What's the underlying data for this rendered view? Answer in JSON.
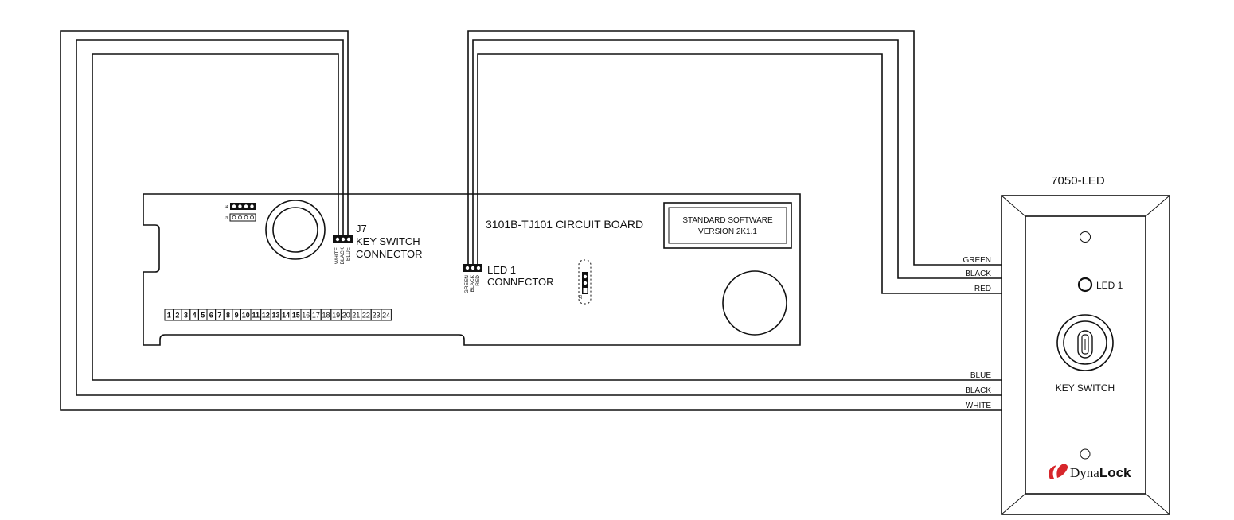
{
  "board": {
    "title": "3101B-TJ101 CIRCUIT BOARD",
    "software_line1": "STANDARD SOFTWARE",
    "software_line2": "VERSION 2K1.1",
    "j4_label": "J4",
    "j3_label": "J3",
    "j7_label": "J7",
    "key_switch_connector_line1": "KEY SWITCH",
    "key_switch_connector_line2": "CONNECTOR",
    "led_connector_line1": "LED 1",
    "led_connector_line2": "CONNECTOR",
    "j6_label": "J6",
    "j7_pin_labels": [
      "WHITE",
      "BLACK",
      "BLUE"
    ],
    "led_pin_labels": [
      "GREEN",
      "BLACK",
      "RED"
    ],
    "terminals": [
      "1",
      "2",
      "3",
      "4",
      "5",
      "6",
      "7",
      "8",
      "9",
      "10",
      "11",
      "12",
      "13",
      "14",
      "15",
      "16",
      "17",
      "18",
      "19",
      "20",
      "21",
      "22",
      "23",
      "24"
    ]
  },
  "wires": {
    "green": "GREEN",
    "black_upper": "BLACK",
    "red": "RED",
    "blue": "BLUE",
    "black_lower": "BLACK",
    "white": "WHITE"
  },
  "plate": {
    "title": "7050-LED",
    "led_label": "LED 1",
    "key_switch_label": "KEY SWITCH",
    "brand_prefix": "Dyna",
    "brand_suffix": "Lock"
  },
  "colors": {
    "line": "#111111",
    "brand_red": "#d7262b"
  }
}
